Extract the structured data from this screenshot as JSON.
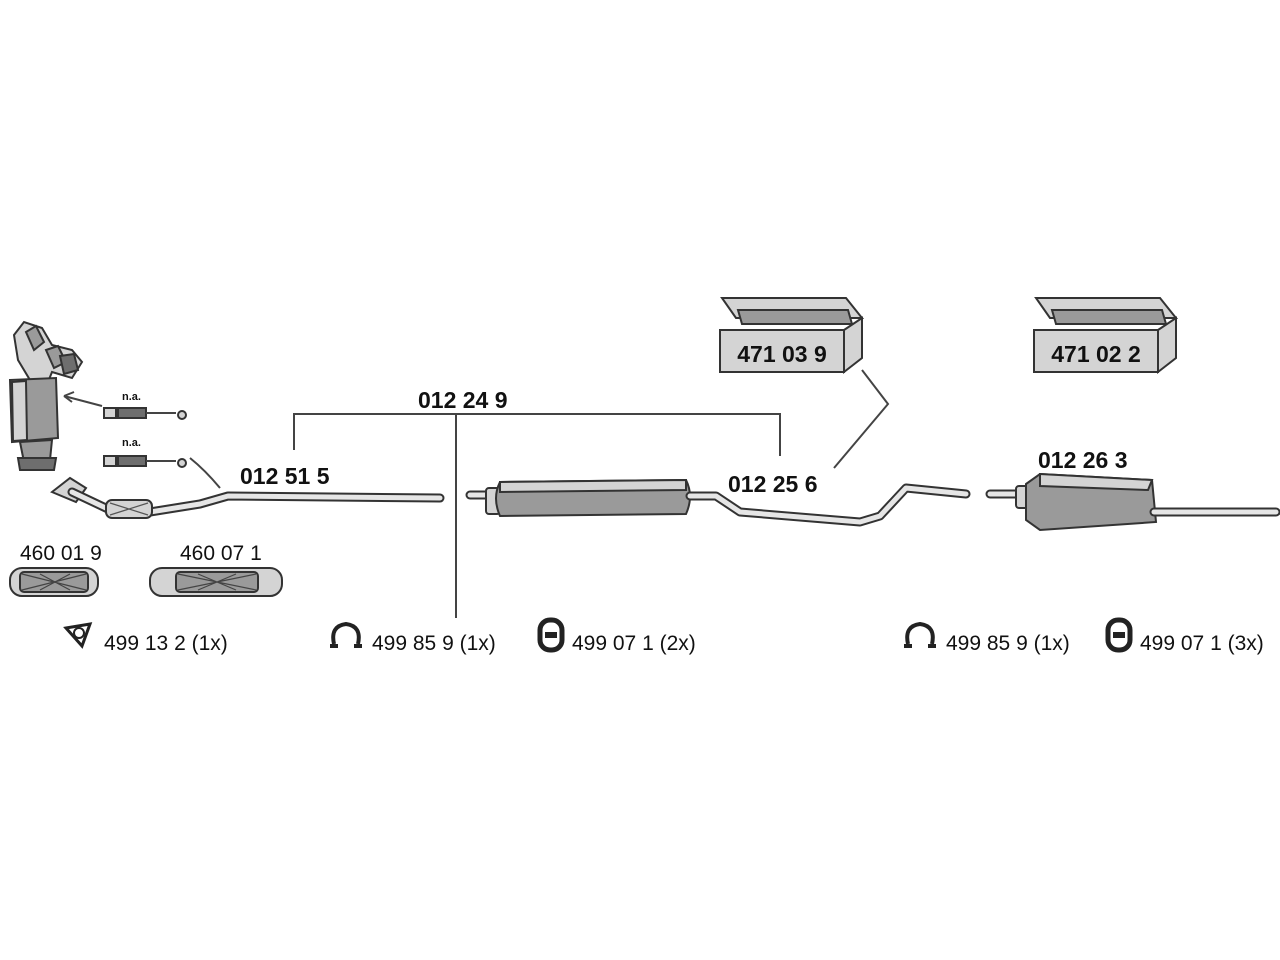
{
  "parts": {
    "complete_system": "012 24 9",
    "front_pipe": "012 51 5",
    "middle_muffler": "012 25 6",
    "rear_muffler": "012 26 3",
    "flex_pipe_1": "460 01 9",
    "flex_pipe_2": "460 07 1",
    "kit_1": "471 03 9",
    "kit_2": "471 02 2",
    "sensor_1_note": "n.a.",
    "sensor_2_note": "n.a."
  },
  "accessories": [
    {
      "label": "499 13 2 (1x)",
      "icon": "gasket-icon"
    },
    {
      "label": "499 85 9 (1x)",
      "icon": "clamp-icon"
    },
    {
      "label": "499 07 1 (2x)",
      "icon": "rubber-mount-icon"
    },
    {
      "label": "499 85 9 (1x)",
      "icon": "clamp-icon"
    },
    {
      "label": "499 07 1 (3x)",
      "icon": "rubber-mount-icon"
    }
  ]
}
